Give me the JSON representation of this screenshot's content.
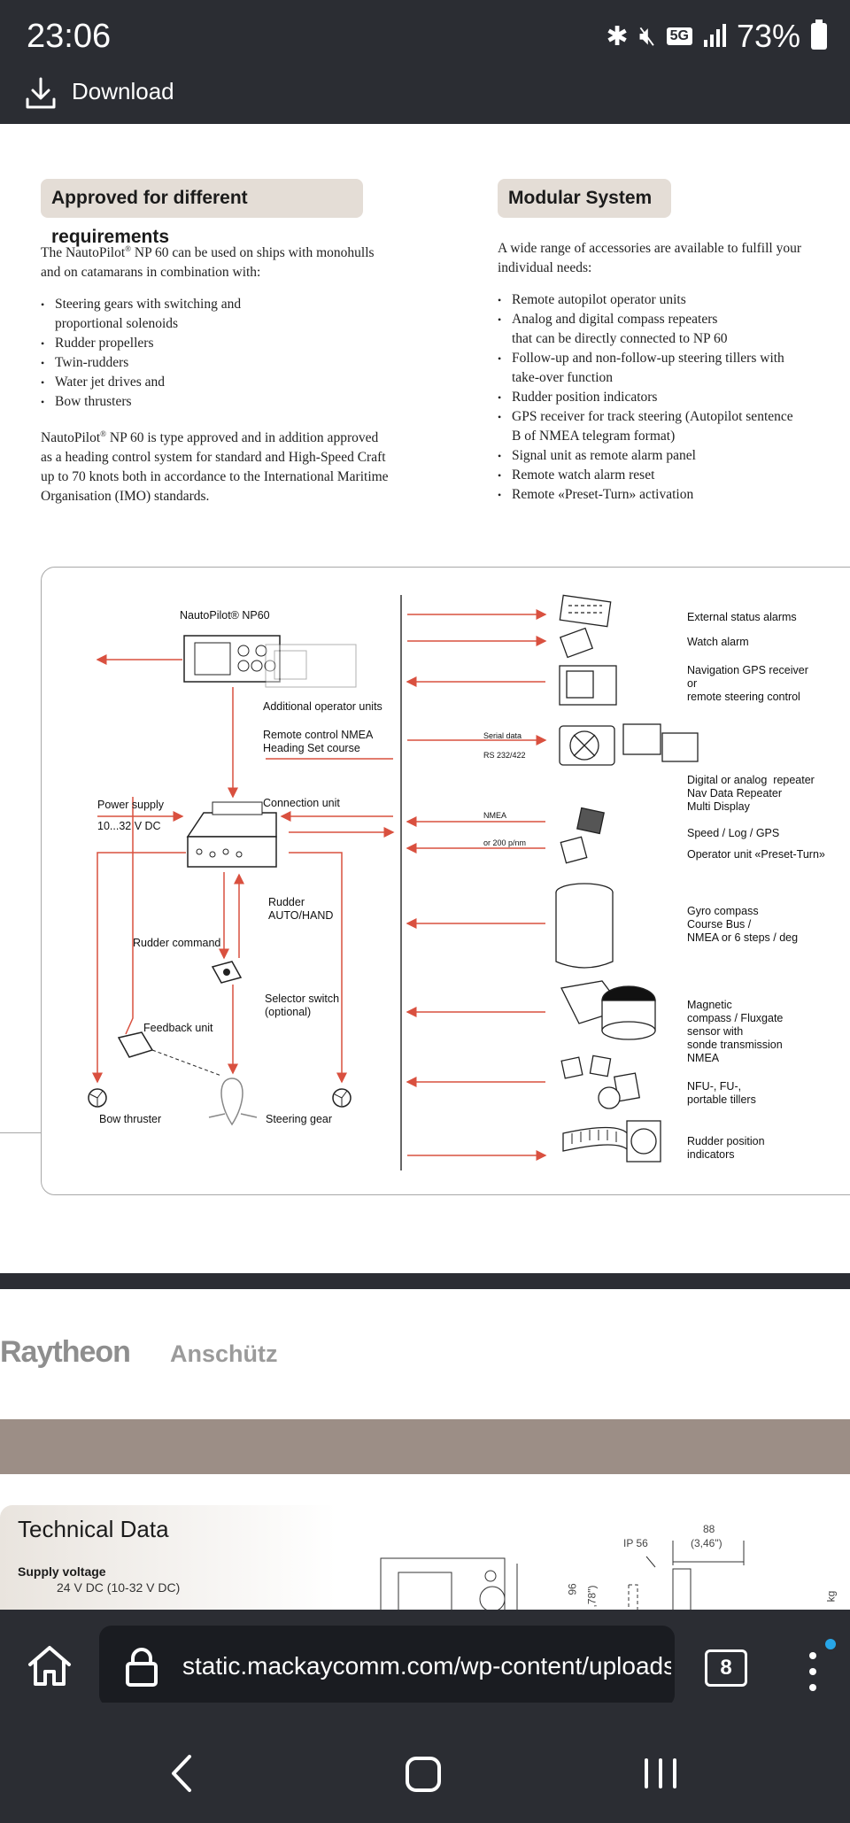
{
  "status_bar": {
    "time": "23:06",
    "network": "5G",
    "battery": "73%",
    "icons": [
      "bluetooth-icon",
      "mute-icon",
      "5g-icon",
      "signal-icon",
      "battery-icon"
    ]
  },
  "download_bar": {
    "label": "Download"
  },
  "left_section": {
    "heading": "Approved for different requirements",
    "intro_a": "The NautoPilot",
    "intro_reg": "®",
    "intro_b": " NP 60 can be used on ships with monohulls",
    "intro_line2": "and on catamarans in combination with:",
    "bullets": [
      "Steering gears with switching and",
      "proportional solenoids",
      "Rudder propellers",
      "Twin-rudders",
      "Water jet drives and",
      "Bow thrusters"
    ],
    "para2_a": "NautoPilot",
    "para2_reg": "®",
    "para2_b": " NP 60 is type approved and in addition approved",
    "para2_lines": [
      "as a heading control system for standard and High-Speed Craft",
      "up to 70 knots both in accordance to the International Maritime",
      "Organisation (IMO) standards."
    ]
  },
  "right_section": {
    "heading": "Modular System",
    "intro_lines": [
      "A wide range of accessories are available to fulfill your",
      "individual needs:"
    ],
    "bullets": [
      "Remote autopilot operator units",
      "Analog and digital compass repeaters",
      "that can be directly connected to NP 60",
      "Follow-up and non-follow-up steering tillers with",
      "take-over function",
      "Rudder position indicators",
      "GPS receiver for track steering (Autopilot sentence",
      "B of NMEA telegram format)",
      "Signal unit as remote alarm panel",
      "Remote watch alarm reset",
      "Remote «Preset-Turn» activation"
    ]
  },
  "diagram": {
    "np60": "NautoPilot® NP60",
    "additional_units": "Additional operator units",
    "remote_control": "Remote control NMEA\nHeading Set course",
    "power_supply": "Power supply",
    "voltage": "10...32 V DC",
    "connection_unit": "Connection unit",
    "rudder_auto_hand": "Rudder\nAUTO/HAND",
    "rudder_command": "Rudder command",
    "selector_switch": "Selector switch\n(optional)",
    "feedback_unit": "Feedback unit",
    "bow_thruster": "Bow thruster",
    "steering_gear": "Steering gear",
    "serial_data": "Serial data",
    "rs232": "RS 232/422",
    "nmea": "NMEA",
    "or_200": "or 200 p/nm",
    "right_labels": {
      "ext_alarms": "External status alarms",
      "watch_alarm": "Watch alarm",
      "nav_gps": "Navigation GPS receiver\nor\nremote steering control",
      "repeater": "Digital or analog  repeater\nNav Data Repeater\nMulti Display",
      "speed_log": "Speed / Log / GPS",
      "preset_turn": "Operator unit «Preset-Turn»",
      "gyro": "Gyro compass\nCourse Bus /\nNMEA or 6 steps / deg",
      "magnetic": "Magnetic\ncompass / Fluxgate\nsensor with\nsonde transmission\nNMEA",
      "tillers": "NFU-, FU-,\nportable tillers",
      "rudder_pos": "Rudder position\nindicators"
    }
  },
  "brand": {
    "name": "Raytheon",
    "sub": "Anschütz"
  },
  "tech": {
    "title": "Technical Data",
    "supply_label": "Supply voltage",
    "supply_value": "24 V DC (10-32 V DC)",
    "dim_ip": "IP 56",
    "dim_88": "88",
    "dim_inch": "(3,46\")",
    "dim_96": "96",
    "dim_78": ",78\")",
    "dim_kg": "kg"
  },
  "browser": {
    "url": "static.mackaycomm.com/wp-content/uploads",
    "tab_count": "8"
  },
  "colors": {
    "system_bar": "#2b2d33",
    "accent_arrow": "#d9503f",
    "heading_bg": "#e4ddd6",
    "notification_dot": "#27a6e8"
  }
}
